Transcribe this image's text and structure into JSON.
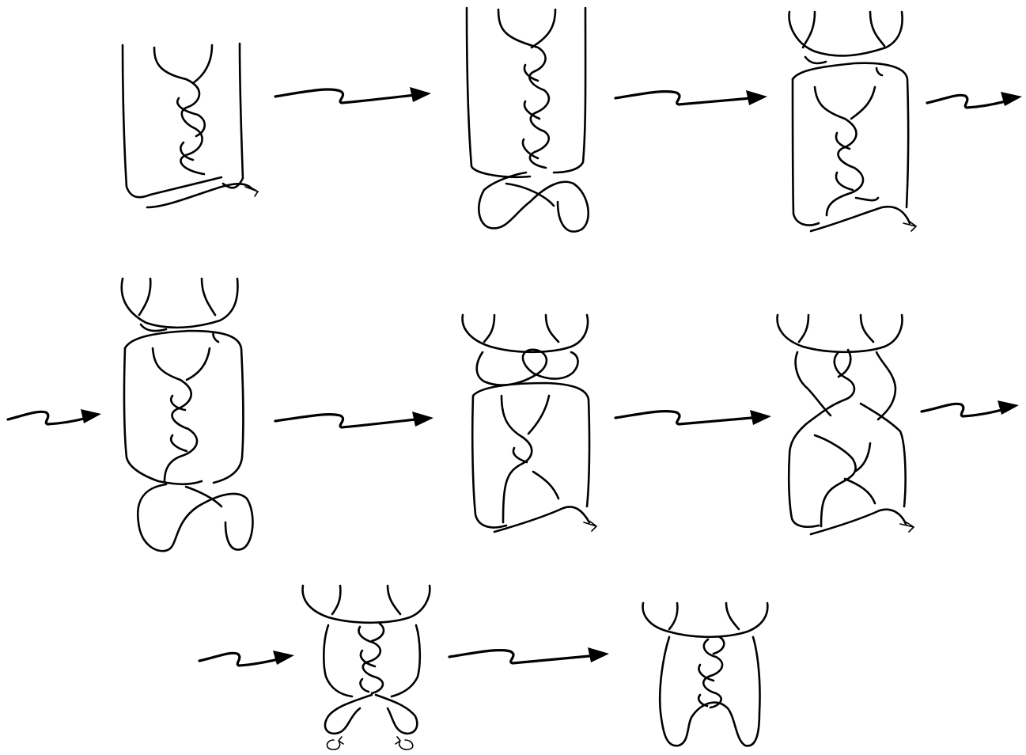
{
  "diagram": {
    "kind": "knot-isotopy-sequence",
    "ink_color": "#000000",
    "background_color": "#ffffff",
    "rows": [
      {
        "panels": [
          "knot-1",
          "knot-2",
          "knot-3"
        ],
        "arrows": 3
      },
      {
        "panels": [
          "knot-4",
          "knot-5",
          "knot-6"
        ],
        "arrows": 4
      },
      {
        "panels": [
          "knot-7",
          "knot-8"
        ],
        "arrows": 2
      }
    ],
    "arrow_style": "squiggle-arrow",
    "small_arrow_style": "hooked-arrow",
    "rotation_marks": [
      "rotate-counterclockwise-icon",
      "rotate-clockwise-icon"
    ]
  }
}
